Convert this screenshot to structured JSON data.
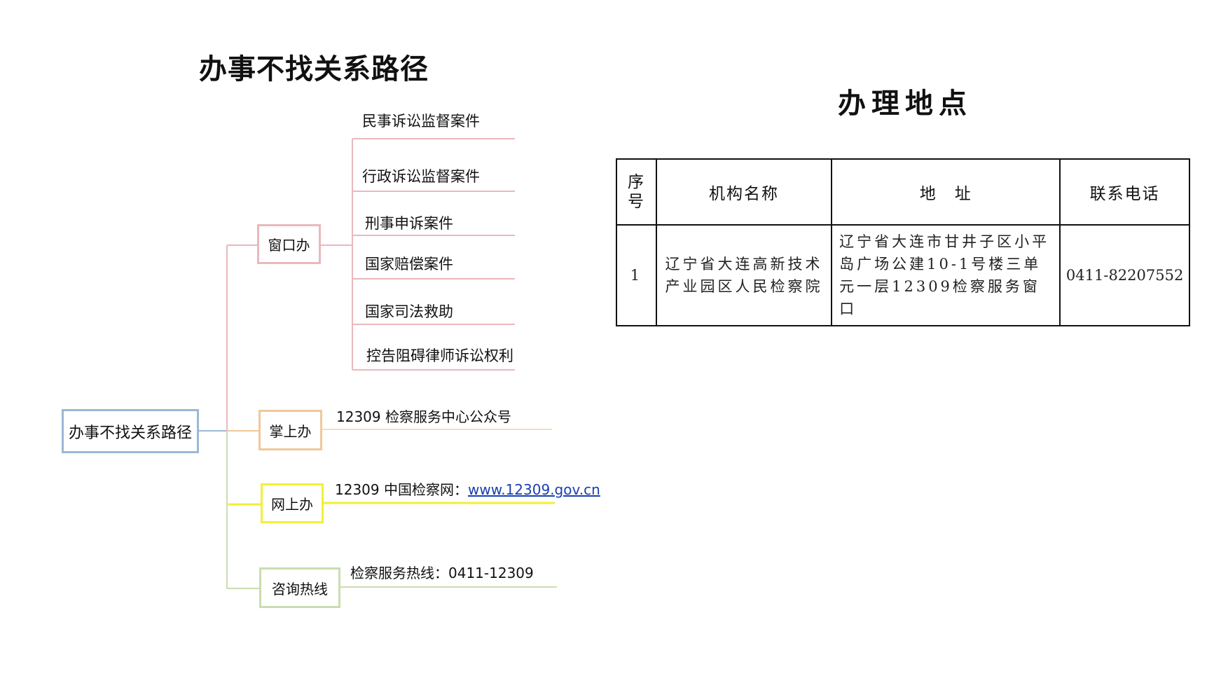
{
  "left": {
    "title": "办事不找关系路径",
    "root": "办事不找关系路径",
    "branches": {
      "window": {
        "label": "窗口办",
        "items": [
          "民事诉讼监督案件",
          "行政诉讼监督案件",
          "刑事申诉案件",
          "国家赔偿案件",
          "国家司法救助",
          "控告阻碍律师诉讼权利"
        ]
      },
      "palm": {
        "label": "掌上办",
        "text": "12309 检察服务中心公众号"
      },
      "online": {
        "label": "网上办",
        "text": "12309 中国检察网：",
        "link": "www.12309.gov.cn"
      },
      "hotline": {
        "label": "咨询热线",
        "text": "检察服务热线：0411-12309"
      }
    }
  },
  "right": {
    "title": "办理地点",
    "table": {
      "headers": {
        "index": "序\n号",
        "org": "机构名称",
        "addr": "地　址",
        "phone": "联系电话"
      },
      "row": {
        "index": "1",
        "org": "辽宁省大连高新技术产业园区人民检察院",
        "addr": "辽宁省大连市甘井子区小平岛广场公建10-1号楼三单元一层12309检察服务窗口",
        "phone": "0411-82207552"
      }
    }
  },
  "colors": {
    "root": "#9ab7d6",
    "window": "#e9b8bd",
    "palm": "#f0c89a",
    "online": "#f2ef3a",
    "hotline": "#c9ddb0",
    "link": "#1a3fb0"
  }
}
